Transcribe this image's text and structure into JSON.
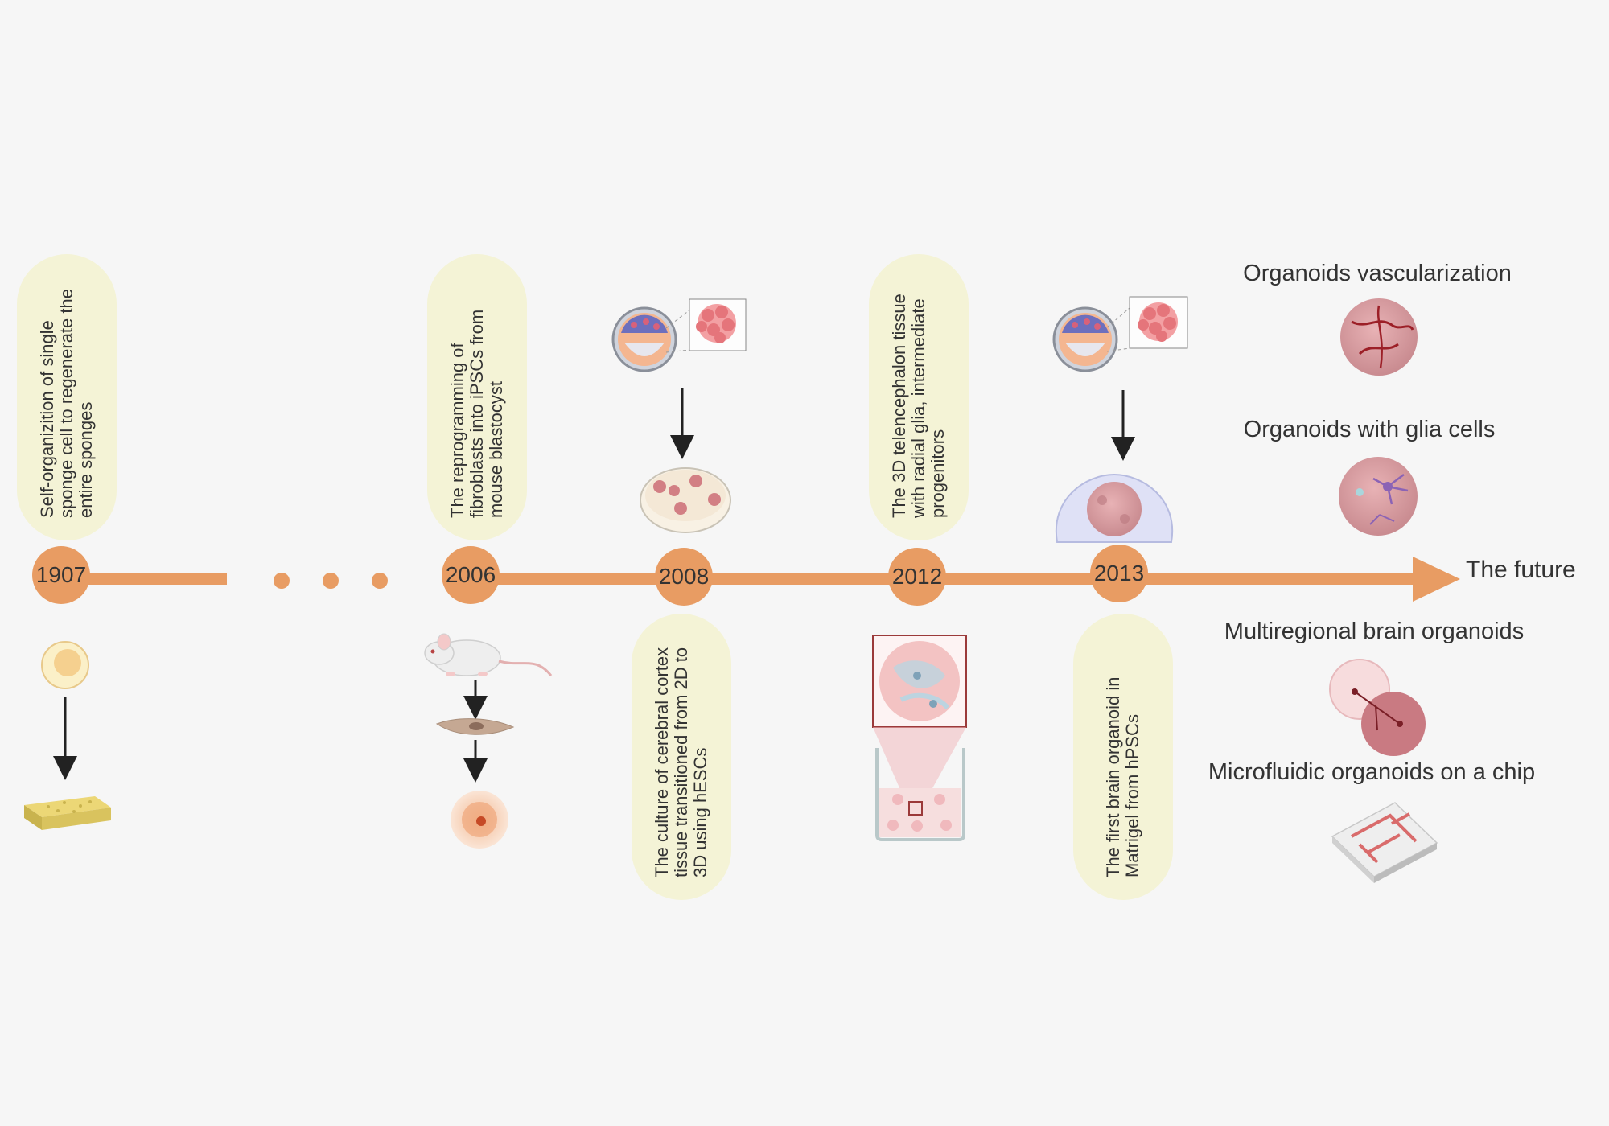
{
  "timeline": {
    "end_label": "The future",
    "colors": {
      "line": "#e89c63",
      "pill": "#f4f3d6",
      "text": "#333333",
      "background": "#f6f6f6"
    },
    "milestones": [
      {
        "year": "1907",
        "description": "Self-organizition of single sponge cell  to regenerate the entire sponges"
      },
      {
        "year": "2006",
        "description": "The reprogramming of fibroblasts into iPSCs from mouse blastocyst"
      },
      {
        "year": "2008",
        "description": "The culture of cerebral cortex tissue transitioned from 2D to 3D using hESCs"
      },
      {
        "year": "2012",
        "description": "The 3D telencephalon tissue with radial glia, intermediate progenitors"
      },
      {
        "year": "2013",
        "description": "The first brain organoid in Matrigel from hPSCs"
      }
    ]
  },
  "future_directions": [
    {
      "title": "Organoids vascularization",
      "icon": "vascularized-organoid-icon"
    },
    {
      "title": "Organoids with glia cells",
      "icon": "glia-organoid-icon"
    },
    {
      "title": "Multiregional brain organoids",
      "icon": "multiregional-organoid-icon"
    },
    {
      "title": "Microfluidic organoids on a chip",
      "icon": "microfluidic-chip-icon"
    }
  ]
}
